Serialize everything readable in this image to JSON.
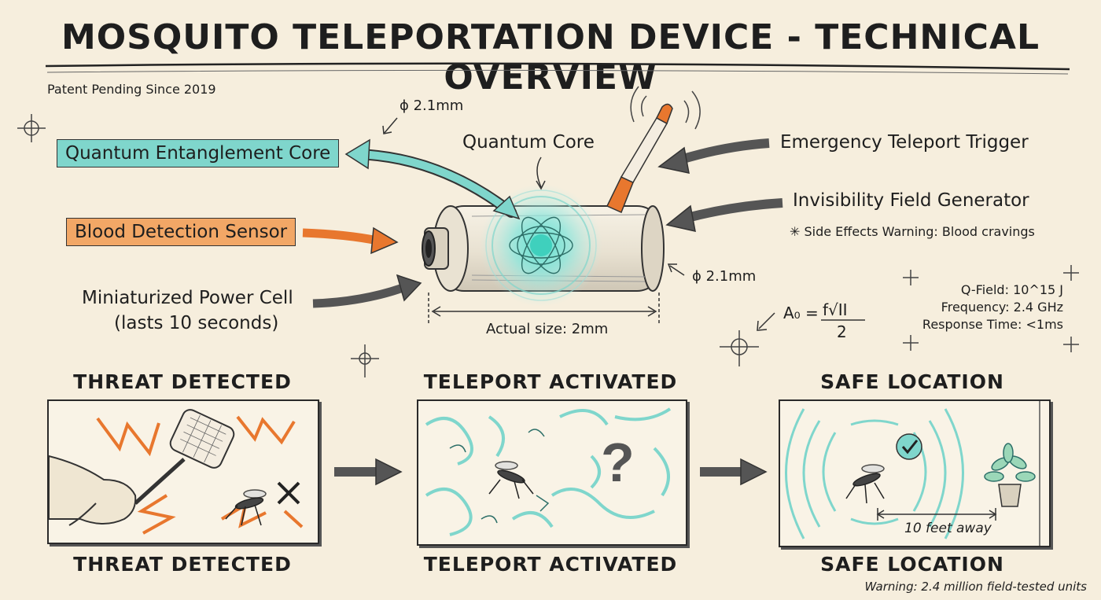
{
  "title": "MOSQUITO TELEPORTATION DEVICE - TECHNICAL OVERVIEW",
  "subtitle": "Patent Pending Since 2019",
  "device": {
    "core_label": "Quantum Core",
    "diameter_top": "ϕ 2.1mm",
    "diameter_right": "ϕ 2.1mm",
    "actual_size": "Actual size: 2mm"
  },
  "left_labels": {
    "quantum_entanglement_core": "Quantum Entanglement Core",
    "blood_detection_sensor": "Blood Detection Sensor",
    "power_cell_line1": "Miniaturized Power Cell",
    "power_cell_line2": "(lasts 10 seconds)"
  },
  "right_labels": {
    "emergency_trigger": "Emergency Teleport Trigger",
    "invisibility_generator": "Invisibility Field Generator",
    "side_effects": "✳ Side Effects Warning: Blood cravings"
  },
  "formula": {
    "lhs": "A₀ =",
    "numerator": "f√II",
    "denominator": "2"
  },
  "specs": [
    "Q-Field: 10^15 J",
    "Frequency: 2.4 GHz",
    "Response Time: <1ms"
  ],
  "steps": [
    {
      "top_label": "THREAT DETECTED",
      "bottom_label": "THREAT DETECTED"
    },
    {
      "top_label": "TELEPORT ACTIVATED",
      "bottom_label": "TELEPORT ACTIVATED"
    },
    {
      "top_label": "SAFE LOCATION",
      "bottom_label": "SAFE LOCATION",
      "distance": "10 feet away"
    }
  ],
  "footer_warning": "Warning: 2.4 million field-tested units",
  "colors": {
    "teal": "#7fd6cc",
    "orange": "#f2a766",
    "dark_orange": "#e8772e",
    "background": "#f6eedd"
  }
}
